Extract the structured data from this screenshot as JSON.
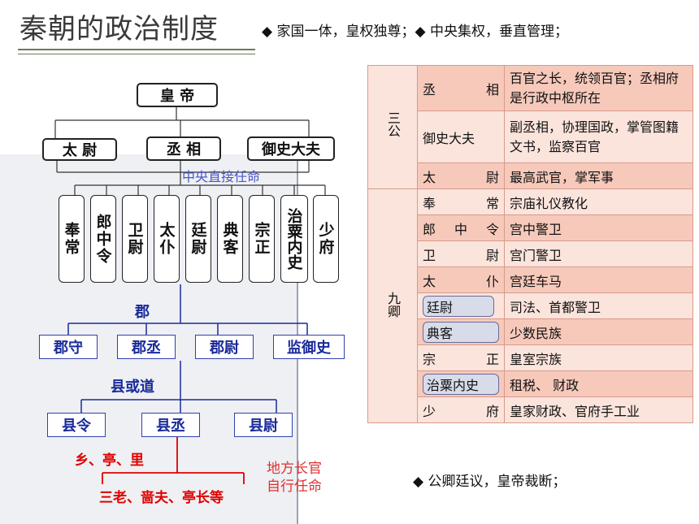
{
  "title": "秦朝的政治制度",
  "subtitle": "◆ 家国一体，皇权独尊；◆ 中央集权，垂直管理；",
  "diagram": {
    "emperor": "皇 帝",
    "three_lords": [
      "太 尉",
      "丞 相",
      "御史大夫"
    ],
    "central_note": "中央直接任命",
    "nine_ministers": [
      "奉常",
      "郎中令",
      "卫尉",
      "太仆",
      "廷尉",
      "典客",
      "宗正",
      "治粟内史",
      "少府"
    ],
    "commandery_label": "郡",
    "commandery_officials": [
      "郡守",
      "郡丞",
      "郡尉",
      "监御史"
    ],
    "county_label": "县或道",
    "county_officials": [
      "县令",
      "县丞",
      "县尉"
    ],
    "local_label": "乡、亭、里",
    "local_officials": "三老、啬夫、亭长等",
    "local_note_line1": "地方长官",
    "local_note_line2": "自行任命"
  },
  "table": {
    "group_three": "三公",
    "group_nine": "九卿",
    "rows": [
      {
        "office": [
          "丞",
          "相"
        ],
        "duty": "百官之长，统领百官；丞相府是行政中枢所在"
      },
      {
        "office": [
          "御史大夫"
        ],
        "duty": "副丞相，协理国政，掌管图籍文书，监察百官"
      },
      {
        "office": [
          "太",
          "尉"
        ],
        "duty": "最高武官，掌军事"
      },
      {
        "office": [
          "奉",
          "常"
        ],
        "duty": "宗庙礼仪教化"
      },
      {
        "office": [
          "郎",
          "中",
          "令"
        ],
        "duty": "宫中警卫"
      },
      {
        "office": [
          "卫",
          "尉"
        ],
        "duty": "宫门警卫"
      },
      {
        "office": [
          "太",
          "仆"
        ],
        "duty": "宫廷车马"
      },
      {
        "office": [
          "廷",
          "尉"
        ],
        "duty": "司法、首都警卫"
      },
      {
        "office": [
          "典",
          "客"
        ],
        "duty": "少数民族"
      },
      {
        "office": [
          "宗",
          "正"
        ],
        "duty": "皇室宗族"
      },
      {
        "office": [
          "治粟内史"
        ],
        "duty": "租税、 财政"
      },
      {
        "office": [
          "少",
          "府"
        ],
        "duty": "皇家财政、官府手工业"
      }
    ]
  },
  "footnote": "◆ 公卿廷议，皇帝裁断；",
  "colors": {
    "accent_blue": "#1a2a9a",
    "accent_red": "#e00000",
    "table_fill": "#fbe4dc"
  }
}
